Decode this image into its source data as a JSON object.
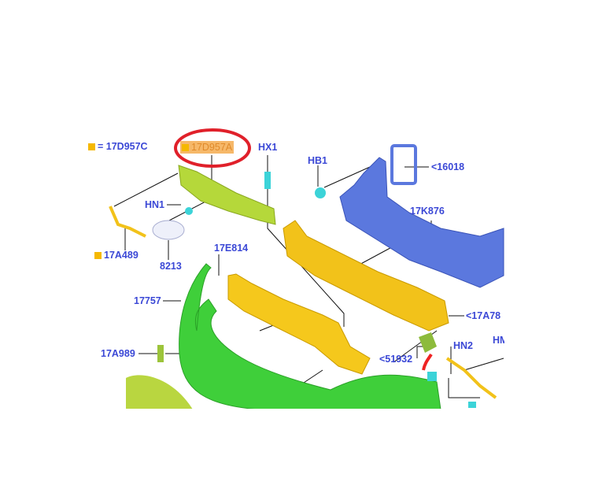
{
  "legend": {
    "equals_label": "= 17D957C",
    "swatch_color": "#f5b800"
  },
  "highlight": {
    "part": "17D957A",
    "circle_color": "#e0202a"
  },
  "labels": {
    "hx1": "HX1",
    "hb1": "HB1",
    "p16018": "<16018",
    "p17k876": "17K876",
    "hn1": "HN1",
    "p17a489": "17A489",
    "p8213": "8213",
    "p17e814": "17E814",
    "p17757": "17757",
    "p17a78": "<17A78",
    "p17a989": "17A989",
    "p51932": "<51932",
    "hn2": "HN2",
    "hm": "HM"
  },
  "colors": {
    "label": "#3b48d6",
    "bumper": "#3fcf3a",
    "beam": "#5b78de",
    "absorber": "#f2c21a",
    "grille": "#b5d83a",
    "clip": "#3cd3d8"
  }
}
